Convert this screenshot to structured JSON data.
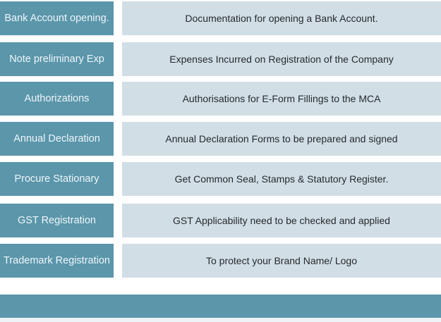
{
  "rows": [
    {
      "label": "Bank Account opening.",
      "description": "Documentation for opening a Bank Account."
    },
    {
      "label": "Note preliminary Exp",
      "description": "Expenses Incurred on Registration of the Company"
    },
    {
      "label": "Authorizations",
      "description": "Authorisations for E-Form Fillings to the MCA"
    },
    {
      "label": "Annual Declaration",
      "description": "Annual Declaration Forms to be prepared and signed"
    },
    {
      "label": "Procure Stationary",
      "description": "Get Common Seal, Stamps & Statutory Register."
    },
    {
      "label": "GST Registration",
      "description": "GST Applicability need to be checked and applied"
    },
    {
      "label": "Trademark Registration",
      "description": "To protect your Brand Name/ Logo"
    }
  ],
  "colors": {
    "label_bg": "#5b96aa",
    "description_bg": "#d1dee5",
    "footer_bg": "#5b96aa"
  }
}
